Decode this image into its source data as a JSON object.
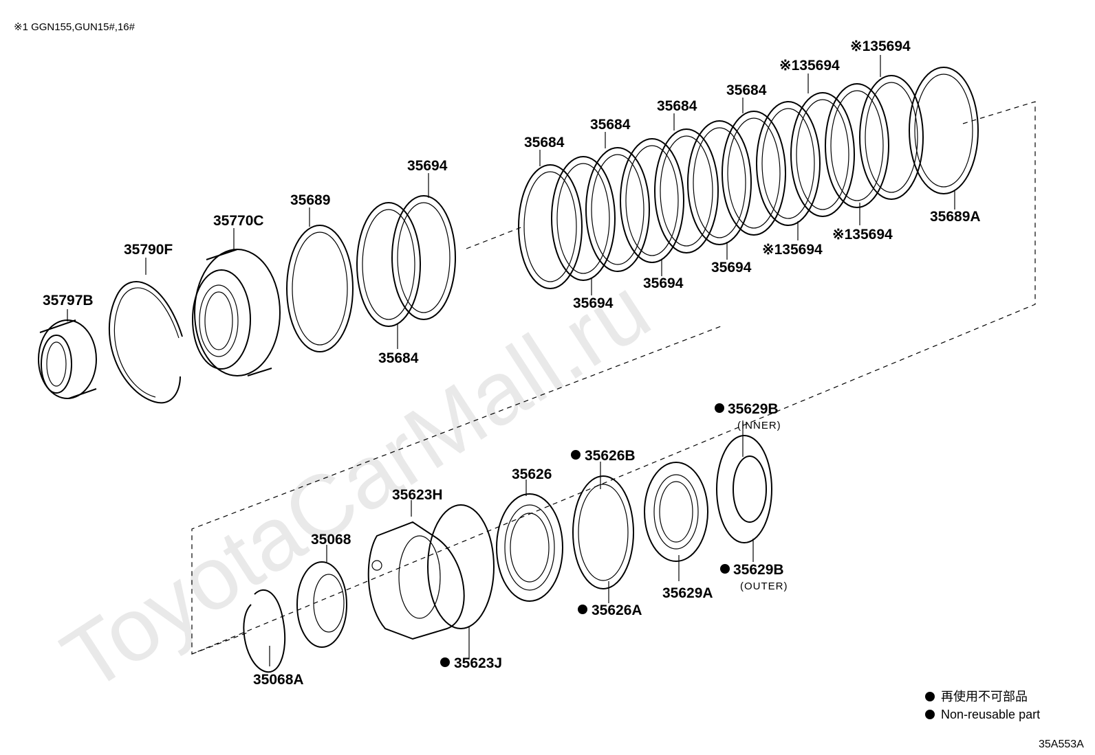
{
  "header_note": "※1 GGN155,GUN15#,16#",
  "diagram_code": "35A553A",
  "watermark": "ToyotaCarMall.ru",
  "legend": {
    "jp": "再使用不可部品",
    "en": "Non-reusable part"
  },
  "parts": {
    "p35797B": "35797B",
    "p35790F": "35790F",
    "p35770C": "35770C",
    "p35689": "35689",
    "p35694_a": "35694",
    "p35684_a": "35684",
    "p35684_b": "35684",
    "p35694_b": "35694",
    "p35684_c": "35684",
    "p35694_c": "35694",
    "p35684_d": "35684",
    "p35694_d": "35694",
    "p35684_e": "35684",
    "p35694_e": "※135694",
    "p35694_f": "※135694",
    "p35694_g": "※135694",
    "p35694_h": "※135694",
    "p35689A": "35689A",
    "p35629B_inner": "35629B",
    "p35629B_inner_sub": "(INNER)",
    "p35626B": "35626B",
    "p35626": "35626",
    "p35623H": "35623H",
    "p35068": "35068",
    "p35068A": "35068A",
    "p35623J": "35623J",
    "p35626A": "35626A",
    "p35629A": "35629A",
    "p35629B_outer": "35629B",
    "p35629B_outer_sub": "(OUTER)"
  }
}
